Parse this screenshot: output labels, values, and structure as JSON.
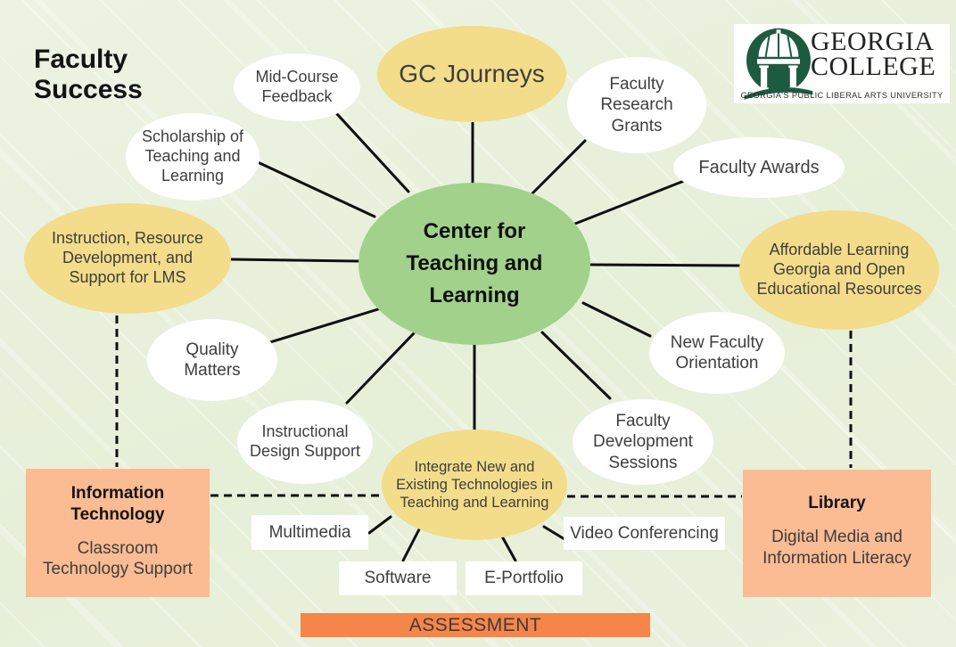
{
  "title": {
    "line1": "Faculty",
    "line2": "Success"
  },
  "logo": {
    "org_line1": "GEORGIA",
    "org_line2": "COLLEGE",
    "tagline": "GEORGIA'S PUBLIC LIBERAL ARTS UNIVERSITY"
  },
  "center_node": {
    "label": "Center for Teaching and Learning"
  },
  "spoke_nodes": [
    {
      "id": "mid-course-feedback",
      "label": "Mid-Course Feedback",
      "style": "white"
    },
    {
      "id": "scholarship-teaching-learning",
      "label": "Scholarship of Teaching and Learning",
      "style": "white"
    },
    {
      "id": "gc-journeys",
      "label": "GC Journeys",
      "style": "yellow"
    },
    {
      "id": "faculty-research-grants",
      "label": "Faculty Research Grants",
      "style": "white"
    },
    {
      "id": "faculty-awards",
      "label": "Faculty Awards",
      "style": "white"
    },
    {
      "id": "instruction-resource-development-lms",
      "label": "Instruction, Resource Development, and Support for LMS",
      "style": "yellow"
    },
    {
      "id": "affordable-learning-georgia-oer",
      "label": "Affordable Learning Georgia and Open Educational Resources",
      "style": "yellow"
    },
    {
      "id": "quality-matters",
      "label": "Quality Matters",
      "style": "white"
    },
    {
      "id": "new-faculty-orientation",
      "label": "New Faculty Orientation",
      "style": "white"
    },
    {
      "id": "instructional-design-support",
      "label": "Instructional Design Support",
      "style": "white"
    },
    {
      "id": "faculty-development-sessions",
      "label": "Faculty Development Sessions",
      "style": "white"
    },
    {
      "id": "integrate-technologies",
      "label": "Integrate New and Existing Technologies in Teaching and Learning",
      "style": "yellow"
    }
  ],
  "partner_boxes": {
    "information_technology": {
      "title": "Information Technology",
      "subtitle": "Classroom Technology Support"
    },
    "library": {
      "title": "Library",
      "subtitle": "Digital Media and Information Literacy"
    }
  },
  "technology_tags": [
    {
      "label": "Multimedia"
    },
    {
      "label": "Software"
    },
    {
      "label": "E-Portfolio"
    },
    {
      "label": "Video Conferencing"
    }
  ],
  "assessment_bar": {
    "label": "ASSESSMENT"
  },
  "colors": {
    "yellow": "#f3dc8a",
    "green": "#a1d18a",
    "salmon": "#fbbb93",
    "orange": "#f6854a",
    "logo_green": "#1d5b40",
    "bg": "#e8f0dc"
  }
}
